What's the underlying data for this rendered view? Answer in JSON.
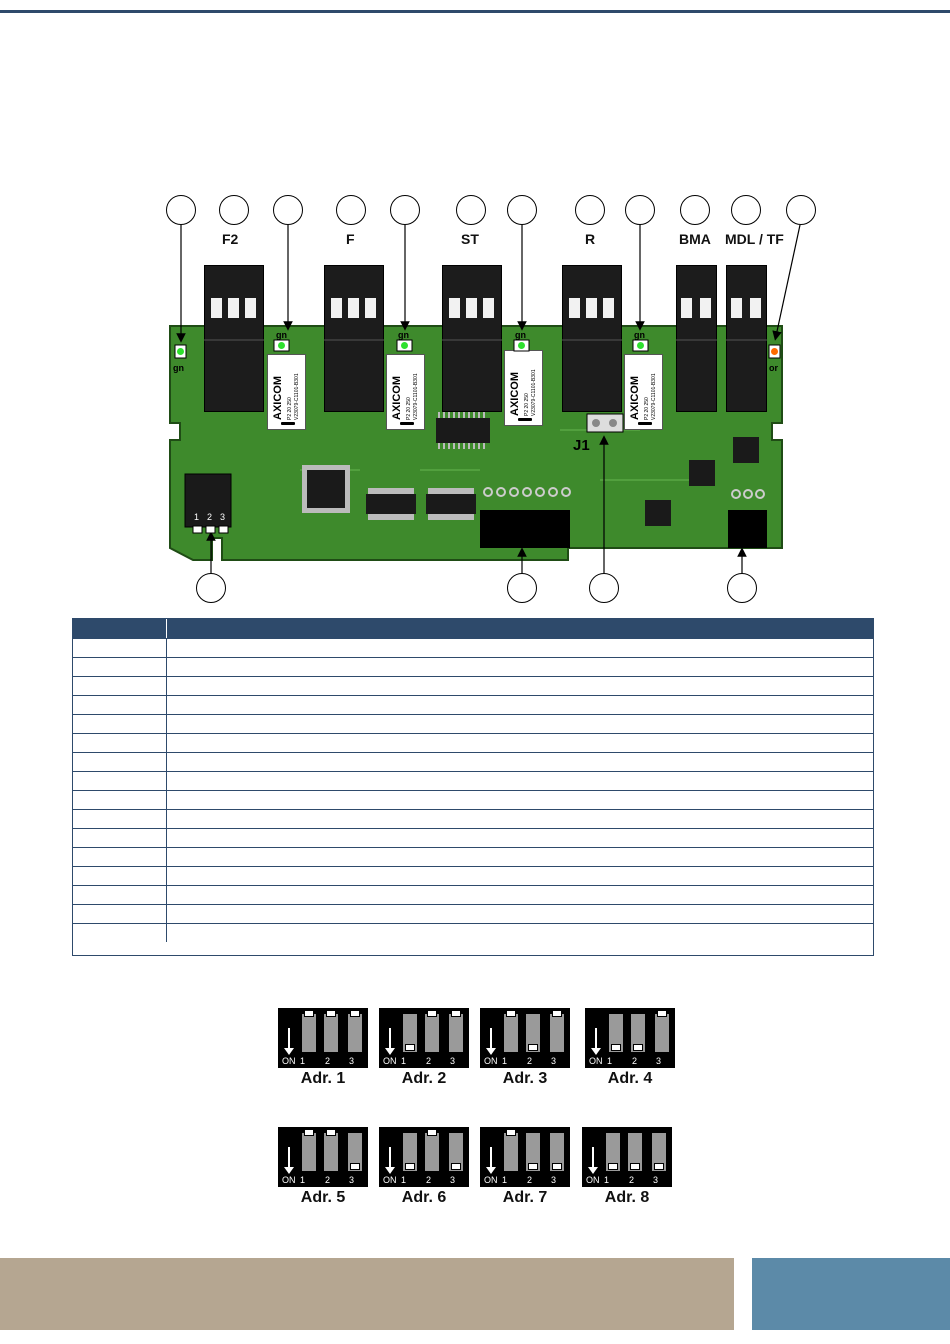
{
  "board": {
    "port_labels": [
      "F2",
      "F",
      "ST",
      "R",
      "BMA",
      "MDL / TF"
    ],
    "led_label_green": "gn",
    "led_label_orange": "or",
    "relay_brand": "AXICOM",
    "relay_rating": "P2 20 250",
    "relay_code": "V23079-C1101-B301",
    "jumper_label": "J1",
    "terminal_numbers": [
      "1",
      "2",
      "3"
    ],
    "colors": {
      "pcb": "#3e8a2c",
      "pcb_edge": "#1f4c15",
      "led_green": "#2ee02e",
      "led_orange": "#ff6a00",
      "relay_body": "#ffffff"
    }
  },
  "dip_switches": {
    "on_label": "ON",
    "position_numbers": [
      "1",
      "2",
      "3"
    ],
    "items": [
      {
        "label": "Adr. 1",
        "states": [
          "off",
          "off",
          "off"
        ]
      },
      {
        "label": "Adr. 2",
        "states": [
          "on",
          "off",
          "off"
        ]
      },
      {
        "label": "Adr. 3",
        "states": [
          "off",
          "on",
          "off"
        ]
      },
      {
        "label": "Adr. 4",
        "states": [
          "on",
          "on",
          "off"
        ]
      },
      {
        "label": "Adr. 5",
        "states": [
          "off",
          "off",
          "on"
        ]
      },
      {
        "label": "Adr. 6",
        "states": [
          "on",
          "off",
          "on"
        ]
      },
      {
        "label": "Adr. 7",
        "states": [
          "off",
          "on",
          "on"
        ]
      },
      {
        "label": "Adr. 8",
        "states": [
          "on",
          "on",
          "on"
        ]
      }
    ]
  },
  "colors": {
    "header_blue": "#2e4a6b",
    "footer_tan": "#b5a691",
    "footer_blue": "#5c8aa8"
  }
}
